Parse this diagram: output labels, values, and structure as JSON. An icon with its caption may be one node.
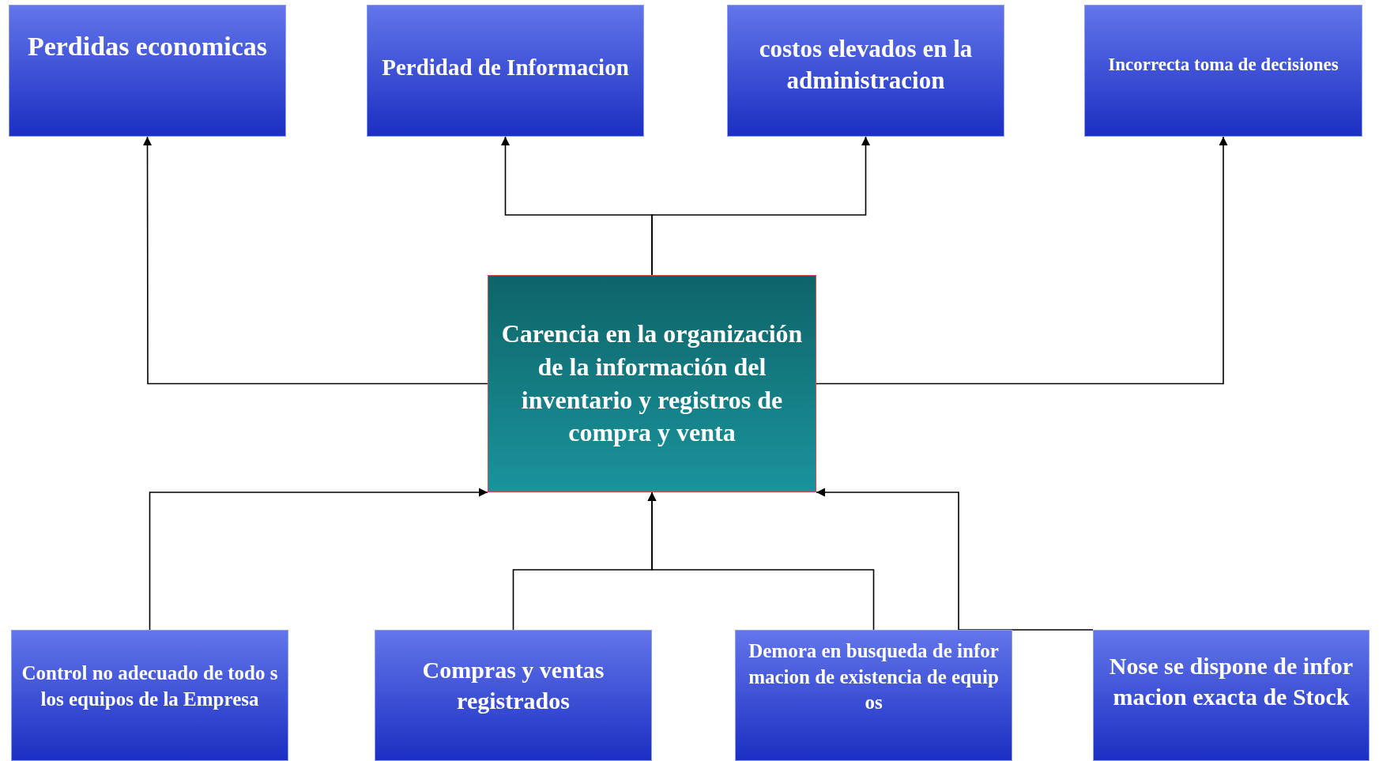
{
  "diagram": {
    "nodes": [
      {
        "text": [
          "Perdidas economicas"
        ]
      },
      {
        "text": [
          "Perdidad de Informacion"
        ]
      },
      {
        "text": [
          "costos elevados en la administracion"
        ]
      },
      {
        "text": [
          "Incorrecta toma de decisiones"
        ]
      },
      {
        "text": [
          "Carencia en la organización de la información del inventario y registros de compra y venta"
        ]
      },
      {
        "text": [
          "Control no adecuado de todo s los equipos de la Empresa"
        ]
      },
      {
        "text": [
          "Compras y ventas registrados"
        ]
      },
      {
        "text": [
          "Demora en busqueda de infor macion de existencia de equip os"
        ]
      },
      {
        "text": [
          "Nose se dispone de infor macion exacta de Stock"
        ]
      }
    ],
    "edges": [
      {
        "from": 4,
        "to": 0,
        "arrow": "to"
      },
      {
        "from": 4,
        "to": 1,
        "arrow": "to"
      },
      {
        "from": 4,
        "to": 2,
        "arrow": "to"
      },
      {
        "from": 4,
        "to": 3,
        "arrow": "to"
      },
      {
        "from": 5,
        "to": 4,
        "arrow": "to"
      },
      {
        "from": 6,
        "to": 4,
        "arrow": "to"
      },
      {
        "from": 7,
        "to": 4,
        "arrow": "to"
      },
      {
        "from": 8,
        "to": 4,
        "arrow": "to"
      }
    ]
  }
}
